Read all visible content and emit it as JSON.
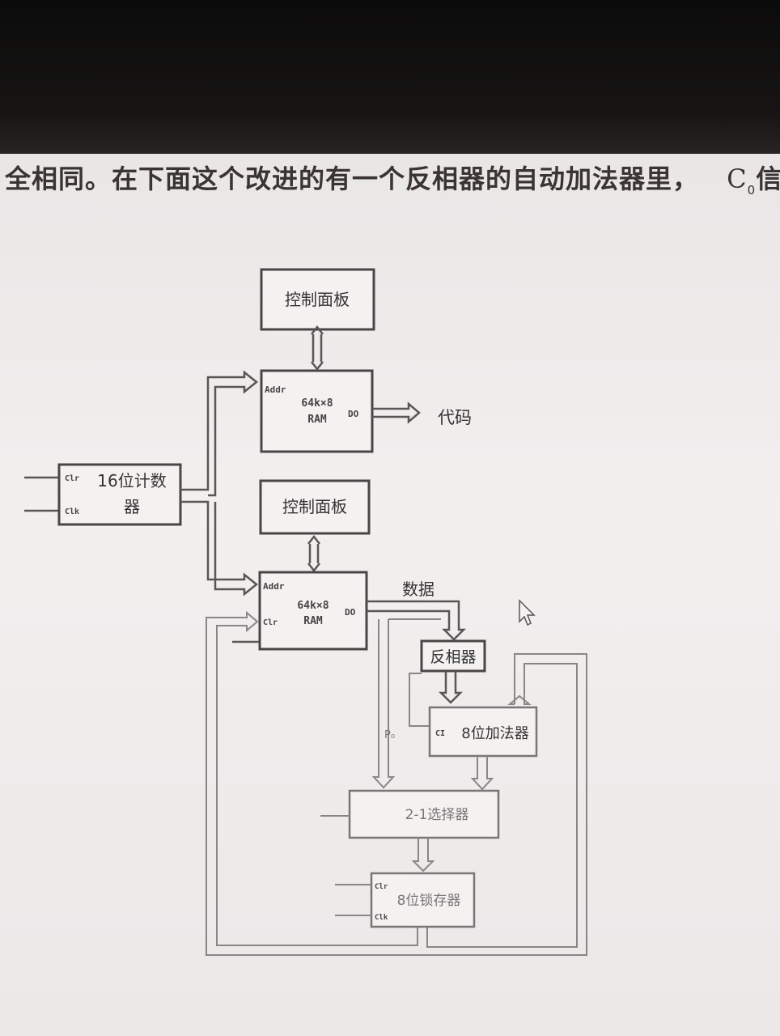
{
  "caption": {
    "text": "全相同。在下面这个改进的有一个反相器的自动加法器里，",
    "symbol": "C",
    "symbol_sub": "0",
    "tail": "信"
  },
  "blocks": {
    "control_panel_top": "控制面板",
    "control_panel_bottom": "控制面板",
    "ram_top": {
      "line1": "64k×8",
      "line2": "RAM",
      "addr": "Addr",
      "dout": "DO"
    },
    "ram_bottom": {
      "line1": "64k×8",
      "line2": "RAM",
      "addr": "Addr",
      "dout": "DO",
      "clr": "Clr"
    },
    "counter": {
      "line1": "16位计数",
      "line2": "器",
      "clr": "Clr",
      "clk": "Clk"
    },
    "inverter": "反相器",
    "adder": {
      "label": "8位加法器",
      "ci": "CI"
    },
    "selector": "2-1选择器",
    "latch": {
      "label": "8位锁存器",
      "clr": "Clr",
      "clk": "Clk"
    }
  },
  "labels": {
    "code": "代码",
    "data": "数据",
    "p0": "P₀"
  }
}
